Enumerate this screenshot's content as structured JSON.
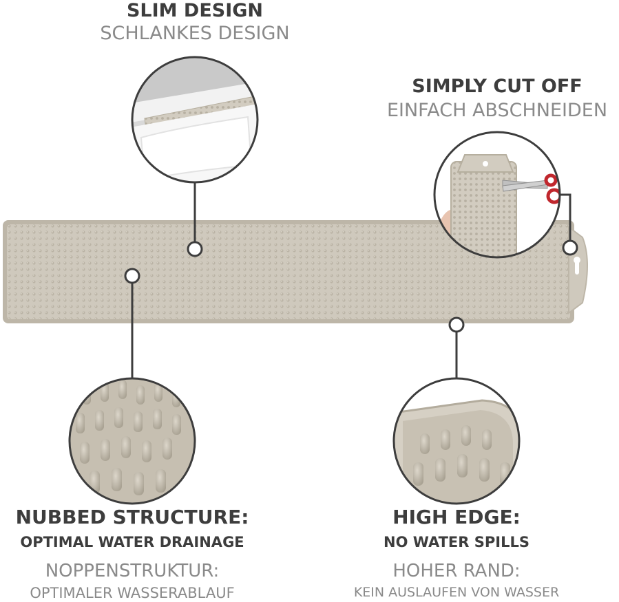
{
  "features": {
    "slim": {
      "title_en": "SLIM DESIGN",
      "title_de": "SCHLANKES DESIGN"
    },
    "cut": {
      "title_en": "SIMPLY CUT OFF",
      "title_de": "EINFACH ABSCHNEIDEN"
    },
    "nubbed": {
      "title_en": "NUBBED STRUCTURE:",
      "subtitle_en": "OPTIMAL WATER DRAINAGE",
      "title_de": "NOPPENSTRUKTUR:",
      "subtitle_de": "OPTIMALER WASSERABLAUF"
    },
    "edge": {
      "title_en": "HIGH EDGE:",
      "subtitle_en": "NO WATER SPILLS",
      "title_de": "HOHER RAND:",
      "subtitle_de": "KEIN AUSLAUFEN VON WASSER"
    }
  },
  "colors": {
    "mat": "#cfc9bd",
    "mat_edge": "#bdb6a8",
    "nub": "#b9b2a4",
    "callout_line": "#3d3d3d",
    "text_dark": "#3d3d3d",
    "text_light": "#8a8a8a"
  },
  "icons": [
    "scissors-icon",
    "hanging-hole-icon"
  ]
}
